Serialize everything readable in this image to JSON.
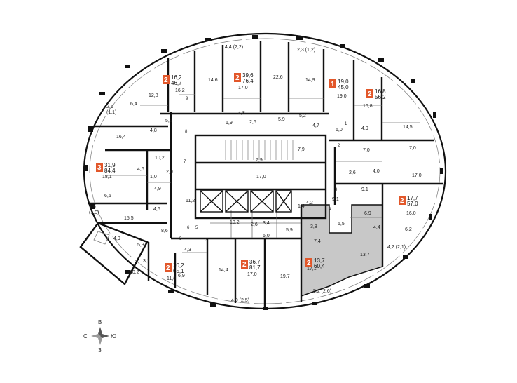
{
  "colors": {
    "wall": "#111111",
    "thin_line": "#777777",
    "badge": "#e2572a",
    "highlight": "#c8c8c8",
    "background": "#ffffff"
  },
  "apartments": [
    {
      "id": "a1",
      "rooms": "2",
      "living": "16,2",
      "total": "46,7"
    },
    {
      "id": "a2",
      "rooms": "2",
      "living": "39,6",
      "total": "76,4"
    },
    {
      "id": "a3",
      "rooms": "1",
      "living": "19,0",
      "total": "45,0"
    },
    {
      "id": "a4",
      "rooms": "2",
      "living": "16,8",
      "total": "56,2"
    },
    {
      "id": "a5",
      "rooms": "3",
      "living": "31,9",
      "total": "84,4"
    },
    {
      "id": "a6",
      "rooms": "2",
      "living": "17,7",
      "total": "57,0"
    },
    {
      "id": "a7",
      "rooms": "2",
      "living": "20,2",
      "total": "65,1"
    },
    {
      "id": "a8",
      "rooms": "2",
      "living": "36,7",
      "total": "81,7"
    },
    {
      "id": "a9",
      "rooms": "2",
      "living": "13,7",
      "total": "60,4"
    }
  ],
  "rooms": [
    "4,4 (2,2)",
    "2,3 (1,2)",
    "12,8",
    "16,2",
    "14,6",
    "17,0",
    "22,6",
    "14,9",
    "19,0",
    "16,8",
    "6,4",
    "2,1\n(1,1)",
    "5,6",
    "4,8",
    "1,9",
    "4,8",
    "2,6",
    "5,9",
    "5,2",
    "4,7",
    "6,0",
    "4,9",
    "14,5",
    "16,4",
    "4,6",
    "10,2",
    "7,0",
    "7,0",
    "7,9",
    "7,9",
    "2,6",
    "4,0",
    "17,0",
    "18,1",
    "6,5",
    "1,0",
    "2,0",
    "4,9",
    "4,6",
    "11,2",
    "17,0",
    "9,1",
    "16,0",
    "1,9\n(1,0)",
    "15,5",
    "4,2",
    "1,4",
    "9,1",
    "8,6",
    "10,2",
    "2,6",
    "3,4",
    "5,9",
    "6,0",
    "3,8",
    "5,5",
    "6,9",
    "4,4",
    "6,2",
    "4,9",
    "5,3",
    "4,3",
    "7,4",
    "13,7",
    "4,2 (2,1)",
    "3,1",
    "20,2",
    "6,9",
    "14,4",
    "17,0",
    "19,7",
    "17,1",
    "11,8",
    "4,9 (2,5)",
    "5,2 (2,6)"
  ],
  "stair_numbers": [
    "9",
    "8",
    "7",
    "1",
    "3",
    "2",
    "4",
    "6",
    "5",
    "5",
    "3"
  ],
  "compass": {
    "north": "В",
    "south": "З",
    "west": "С",
    "east": "Ю"
  }
}
